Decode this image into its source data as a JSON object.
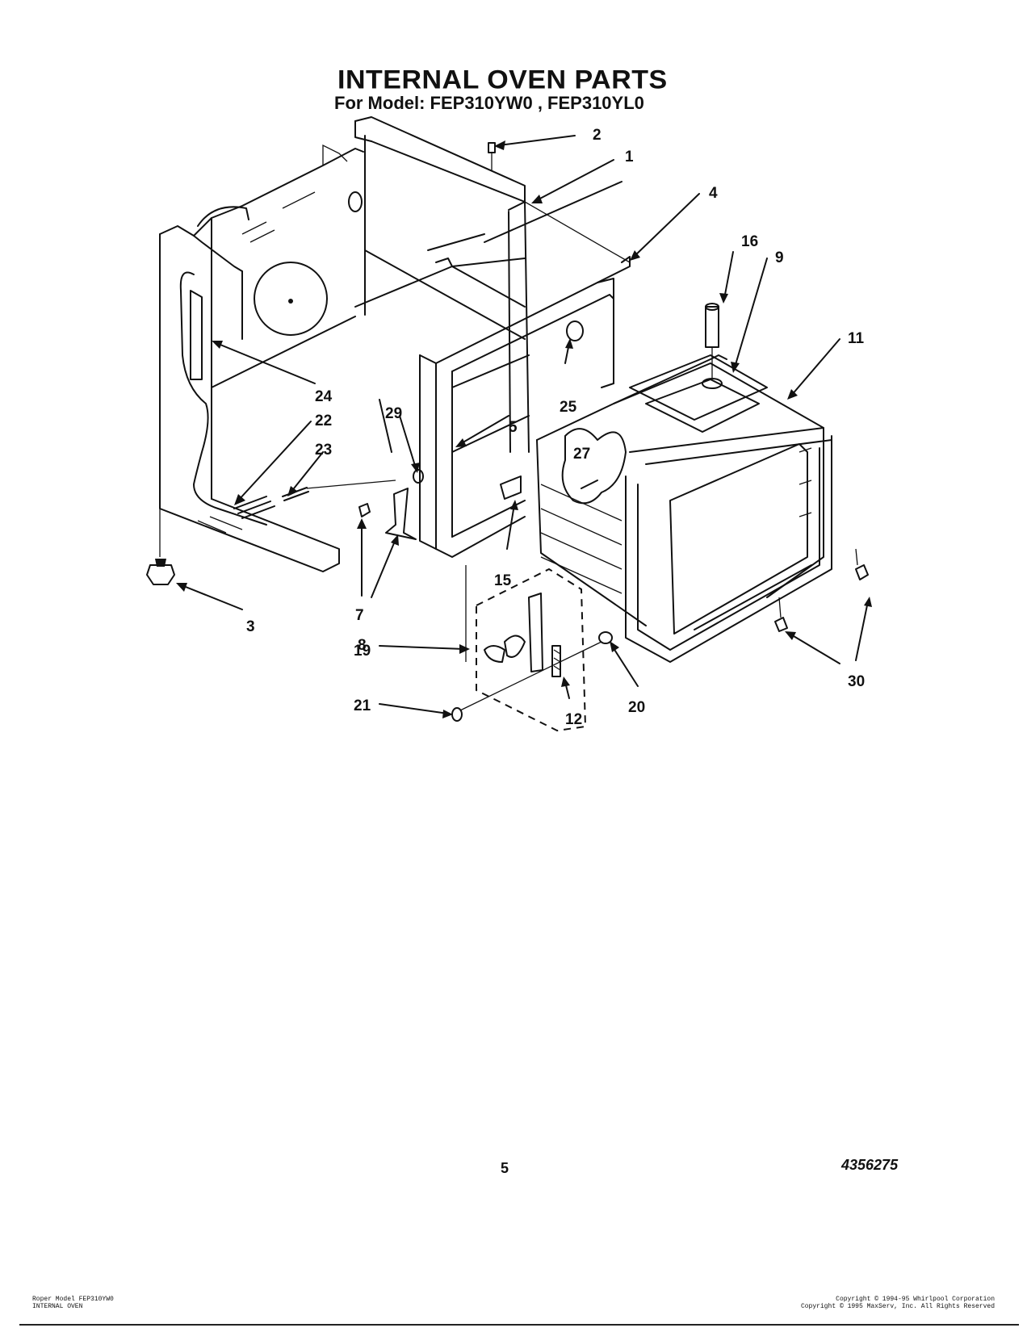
{
  "header": {
    "title": "INTERNAL OVEN PARTS",
    "subtitle": "For Model: FEP310YW0 , FEP310YL0"
  },
  "callouts": {
    "c1": "1",
    "c2": "2",
    "c3": "3",
    "c4": "4",
    "c5": "5",
    "c7": "7",
    "c8": "8",
    "c9": "9",
    "c11": "11",
    "c12": "12",
    "c15": "15",
    "c16": "16",
    "c19": "19",
    "c20": "20",
    "c21": "21",
    "c22": "22",
    "c23": "23",
    "c24": "24",
    "c25": "25",
    "c27": "27",
    "c29": "29",
    "c30": "30"
  },
  "footer": {
    "page_number": "5",
    "doc_number": "4356275",
    "left_line1": "Roper Model FEP310YW0",
    "left_line2": "INTERNAL OVEN",
    "right_line1": "Copyright © 1994-95 Whirlpool Corporation",
    "right_line2": "Copyright © 1995 MaxServ, Inc.  All Rights Reserved"
  }
}
